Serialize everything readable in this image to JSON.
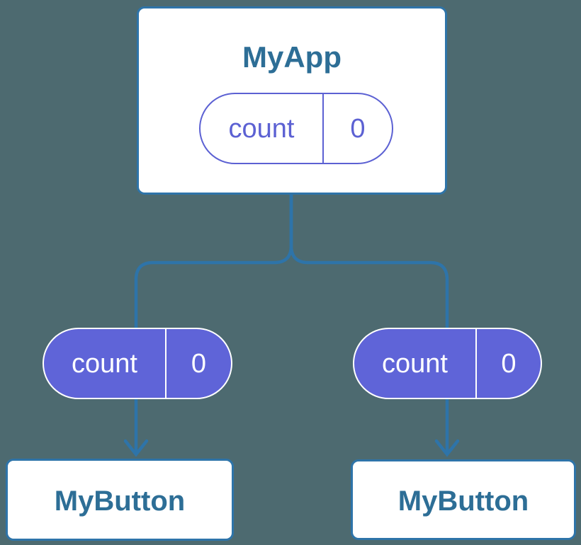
{
  "diagram": {
    "type": "component-tree",
    "description": "Parent component holding state shared down to two child components",
    "root": {
      "title": "MyApp",
      "state": {
        "name": "count",
        "value": "0"
      }
    },
    "children": [
      {
        "title": "MyButton",
        "state": {
          "name": "count",
          "value": "0"
        }
      },
      {
        "title": "MyButton",
        "state": {
          "name": "count",
          "value": "0"
        }
      }
    ]
  },
  "colors": {
    "background": "#4d6a70",
    "card_background": "#ffffff",
    "card_border": "#2e74a9",
    "connector": "#2e74a9",
    "title_text": "#2d6e96",
    "state_pill_fill": "#5f64d8",
    "state_pill_outline": "#5c61d3",
    "state_pill_text_on_fill": "#ffffff"
  }
}
